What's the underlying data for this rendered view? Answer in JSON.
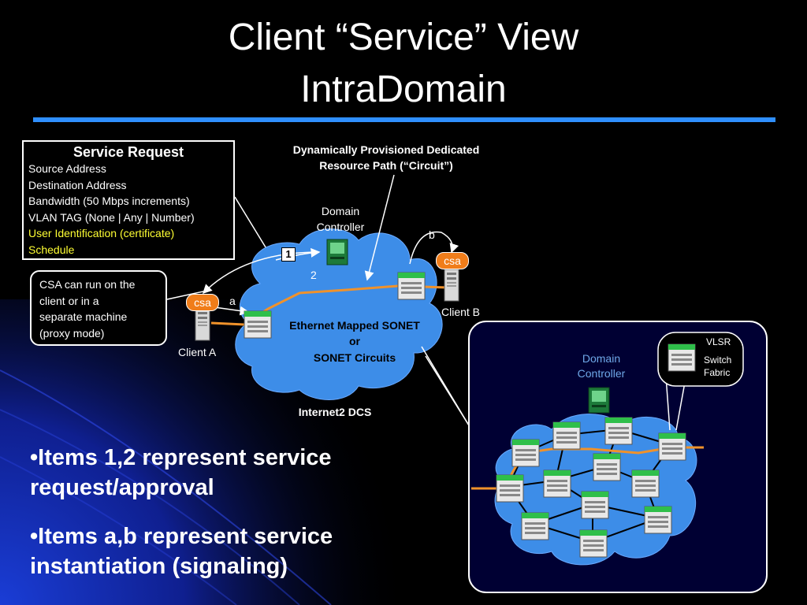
{
  "slide": {
    "title_line1": "Client “Service” View",
    "title_line2": "IntraDomain"
  },
  "service_request": {
    "title": "Service Request",
    "lines": [
      "Source Address",
      "Destination Address",
      "Bandwidth (50 Mbps increments)",
      "VLAN TAG (None | Any | Number)"
    ],
    "highlight_lines": [
      "User Identification (certificate)",
      "Schedule"
    ],
    "highlight_color": "#ffff33"
  },
  "csa_note": {
    "lines": [
      "CSA can run on the",
      "client or in a",
      "separate machine",
      "(proxy mode)"
    ]
  },
  "circuit_label": {
    "line1": "Dynamically Provisioned Dedicated",
    "line2": "Resource Path (“Circuit”)"
  },
  "domain_controller": {
    "line1": "Domain",
    "line2": "Controller"
  },
  "cloud": {
    "line1": "Ethernet Mapped SONET",
    "line2": "or",
    "line3": "SONET Circuits",
    "caption": "Internet2 DCS"
  },
  "clients": {
    "a": "Client A",
    "b": "Client B"
  },
  "csa_tag": "csa",
  "signal_labels": {
    "a": "a",
    "b": "b"
  },
  "steps": {
    "one": "1",
    "two": "2"
  },
  "detail": {
    "domain_controller_line1": "Domain",
    "domain_controller_line2": "Controller",
    "vlsr": "VLSR",
    "switch_fabric_line1": "Switch",
    "switch_fabric_line2": "Fabric"
  },
  "bullets": [
    "•Items 1,2 represent service request/approval",
    "•Items a,b represent service instantiation (signaling)"
  ],
  "colors": {
    "background": "#000000",
    "accent_rule": "#2f8fff",
    "cloud": "#3d8de8",
    "circuit_path": "#f0922b",
    "csa_tag": "#f07d1a",
    "detail_panel": "#000033"
  }
}
